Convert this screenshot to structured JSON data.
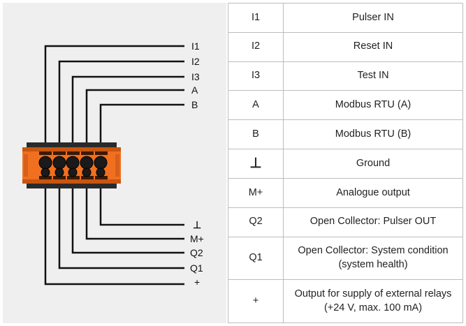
{
  "diagram": {
    "top_labels": [
      "I1",
      "I2",
      "I3",
      "A",
      "B"
    ],
    "bottom_labels": [
      "⊥",
      "M+",
      "Q2",
      "Q1",
      "+"
    ]
  },
  "table": {
    "rows": [
      {
        "symbol": "I1",
        "description": "Pulser IN"
      },
      {
        "symbol": "I2",
        "description": "Reset IN"
      },
      {
        "symbol": "I3",
        "description": "Test IN"
      },
      {
        "symbol": "A",
        "description": "Modbus RTU (A)"
      },
      {
        "symbol": "B",
        "description": "Modbus RTU (B)"
      },
      {
        "symbol": "⊥",
        "description": "Ground"
      },
      {
        "symbol": "M+",
        "description": "Analogue output"
      },
      {
        "symbol": "Q2",
        "description": "Open Collector: Pulser OUT"
      },
      {
        "symbol": "Q1",
        "description": "Open Collector: System condition (system health)"
      },
      {
        "symbol": "+",
        "description": "Output for supply of external relays (+24 V, max. 100 mA)"
      }
    ]
  },
  "colors": {
    "connector_orange": "#f07020",
    "connector_dark": "#2a2a2a",
    "diagram_bg": "#efefef",
    "border": "#bdbdbd"
  }
}
